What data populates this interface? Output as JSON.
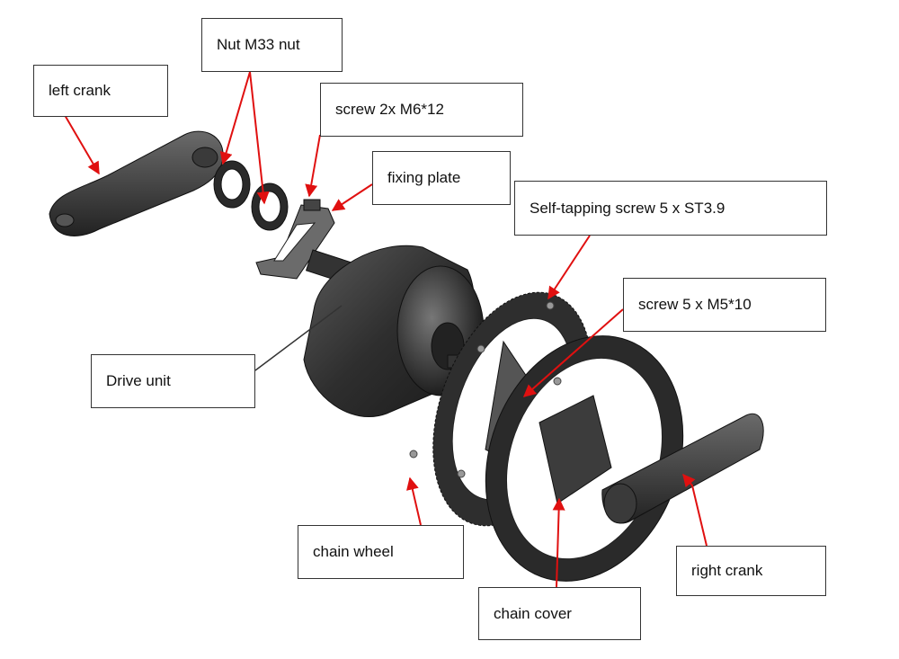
{
  "labels": {
    "nut": "Nut M33 nut",
    "left_crank": "left crank",
    "screw_m6": "screw 2x M6*12",
    "fixing_plate": "fixing plate",
    "self_tapping": "Self-tapping screw 5 x ST3.9",
    "screw_m5": "screw 5 x M5*10",
    "drive_unit": "Drive unit",
    "chain_wheel": "chain wheel",
    "chain_cover": "chain cover",
    "right_crank": "right crank"
  },
  "colors": {
    "arrow": "#e01010",
    "part_dark": "#2b2b2b",
    "part_mid": "#4a4a4a",
    "part_light": "#8a8a8a",
    "box_border": "#333333"
  }
}
